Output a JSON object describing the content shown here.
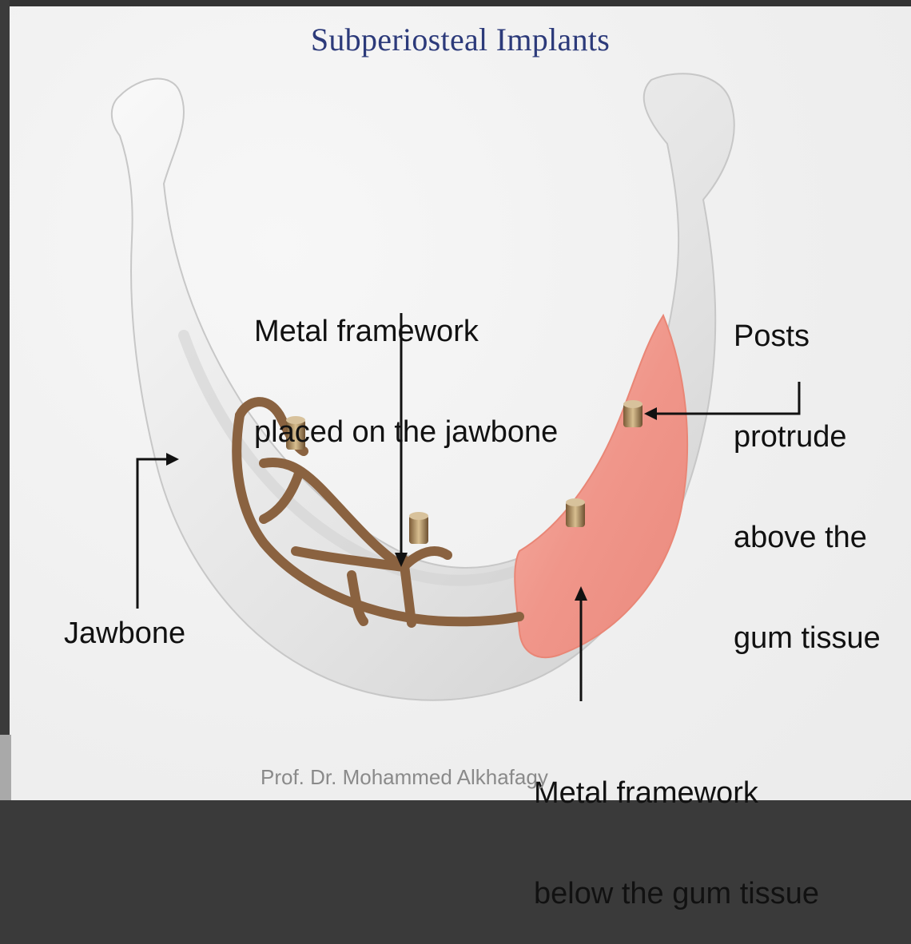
{
  "title": "Subperiosteal Implants",
  "labels": {
    "metal_framework_on_jawbone": [
      "Metal framework",
      "placed on the jawbone"
    ],
    "posts_protrude": [
      "Posts",
      "protrude",
      "above the",
      "gum tissue"
    ],
    "jawbone": "Jawbone",
    "metal_framework_below_gum": [
      "Metal framework",
      "below the gum tissue"
    ]
  },
  "credit": "Prof. Dr. Mohammed Alkhafagy",
  "colors": {
    "title": "#2c3a7a",
    "bone": "#e4e4e4",
    "framework": "#8a6240",
    "gum": "#f09b8a",
    "post": "#b69a6e"
  }
}
